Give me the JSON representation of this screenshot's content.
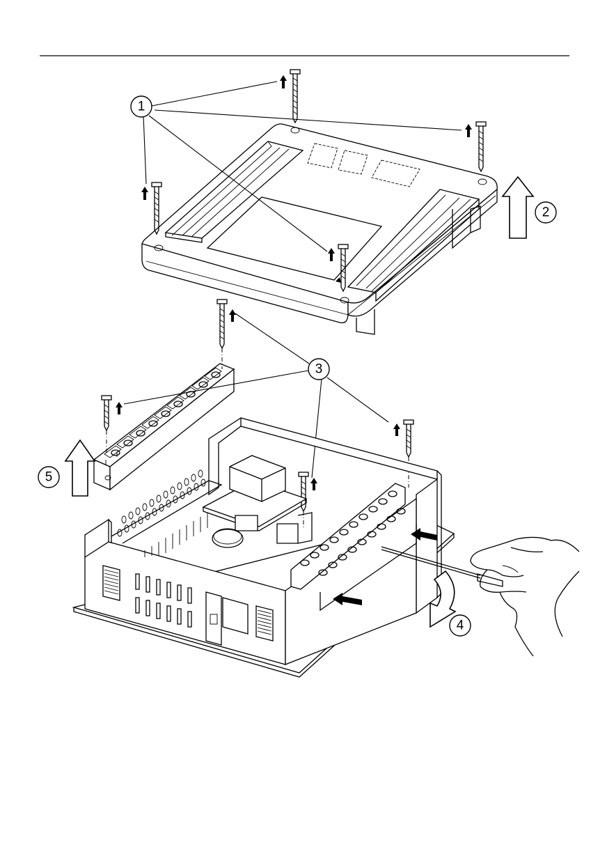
{
  "callouts": [
    {
      "id": "1",
      "label": "1"
    },
    {
      "id": "2",
      "label": "2"
    },
    {
      "id": "3",
      "label": "3"
    },
    {
      "id": "4",
      "label": "4"
    },
    {
      "id": "5",
      "label": "5"
    }
  ],
  "style": {
    "line_color": "#000000",
    "background": "#ffffff"
  }
}
